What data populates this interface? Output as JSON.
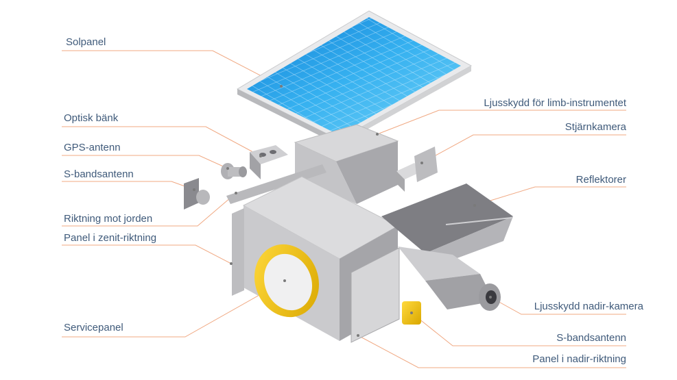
{
  "labels": {
    "solpanel": "Solpanel",
    "optisk_bank": "Optisk bänk",
    "gps_antenn": "GPS-antenn",
    "s_bandsantenn_left": "S-bandsantenn",
    "riktning_mot_jorden": "Riktning mot jorden",
    "panel_zenit": "Panel i zenit-riktning",
    "servicepanel": "Servicepanel",
    "ljusskydd_limb": "Ljusskydd för limb-instrumentet",
    "stjarnkamera": "Stjärnkamera",
    "reflektorer": "Reflektorer",
    "ljusskydd_nadir": "Ljusskydd nadir-kamera",
    "s_bandsantenn_right": "S-bandsantenn",
    "panel_nadir": "Panel i nadir-riktning"
  },
  "colors": {
    "label_text": "#3f5a7a",
    "leader_line": "#f0a882",
    "leader_dot": "#7a7a7a",
    "solar_blue": "#1d9be8",
    "solar_light": "#5fc6f4",
    "body_gray": "#c8c8ca",
    "body_dark": "#8e8e92",
    "gold": "#f2c200"
  }
}
